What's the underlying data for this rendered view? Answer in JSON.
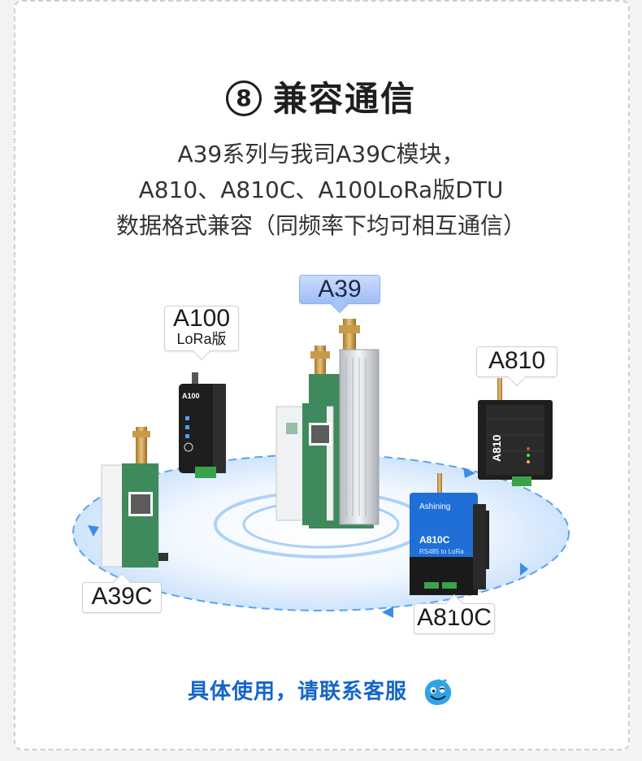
{
  "title": {
    "number": "8",
    "text": "兼容通信"
  },
  "description": {
    "line1": "A39系列与我司A39C模块，",
    "line2": "A810、A810C、A100LoRa版DTU",
    "line3": "数据格式兼容（同频率下均可相互通信）"
  },
  "devices": {
    "a39": {
      "label": "A39"
    },
    "a100": {
      "label": "A100",
      "sub": "LoRa版",
      "print": "A100"
    },
    "a810": {
      "label": "A810",
      "print": "A810"
    },
    "a39c": {
      "label": "A39C"
    },
    "a810c": {
      "label": "A810C",
      "brand": "Ashining",
      "print": "A810C",
      "sub_print": "RS485 to LoRa"
    }
  },
  "footer": {
    "text": "具体使用，请联系客服"
  },
  "colors": {
    "accent": "#1565c8",
    "ring": "#5aa4ee",
    "pcb": "#3e8a5c",
    "dtu_dark": "#1e1e1e",
    "dtu_blue": "#1f6fd6"
  },
  "icons": [
    "circled-number-icon",
    "smiley-face-icon",
    "antenna-icon"
  ]
}
